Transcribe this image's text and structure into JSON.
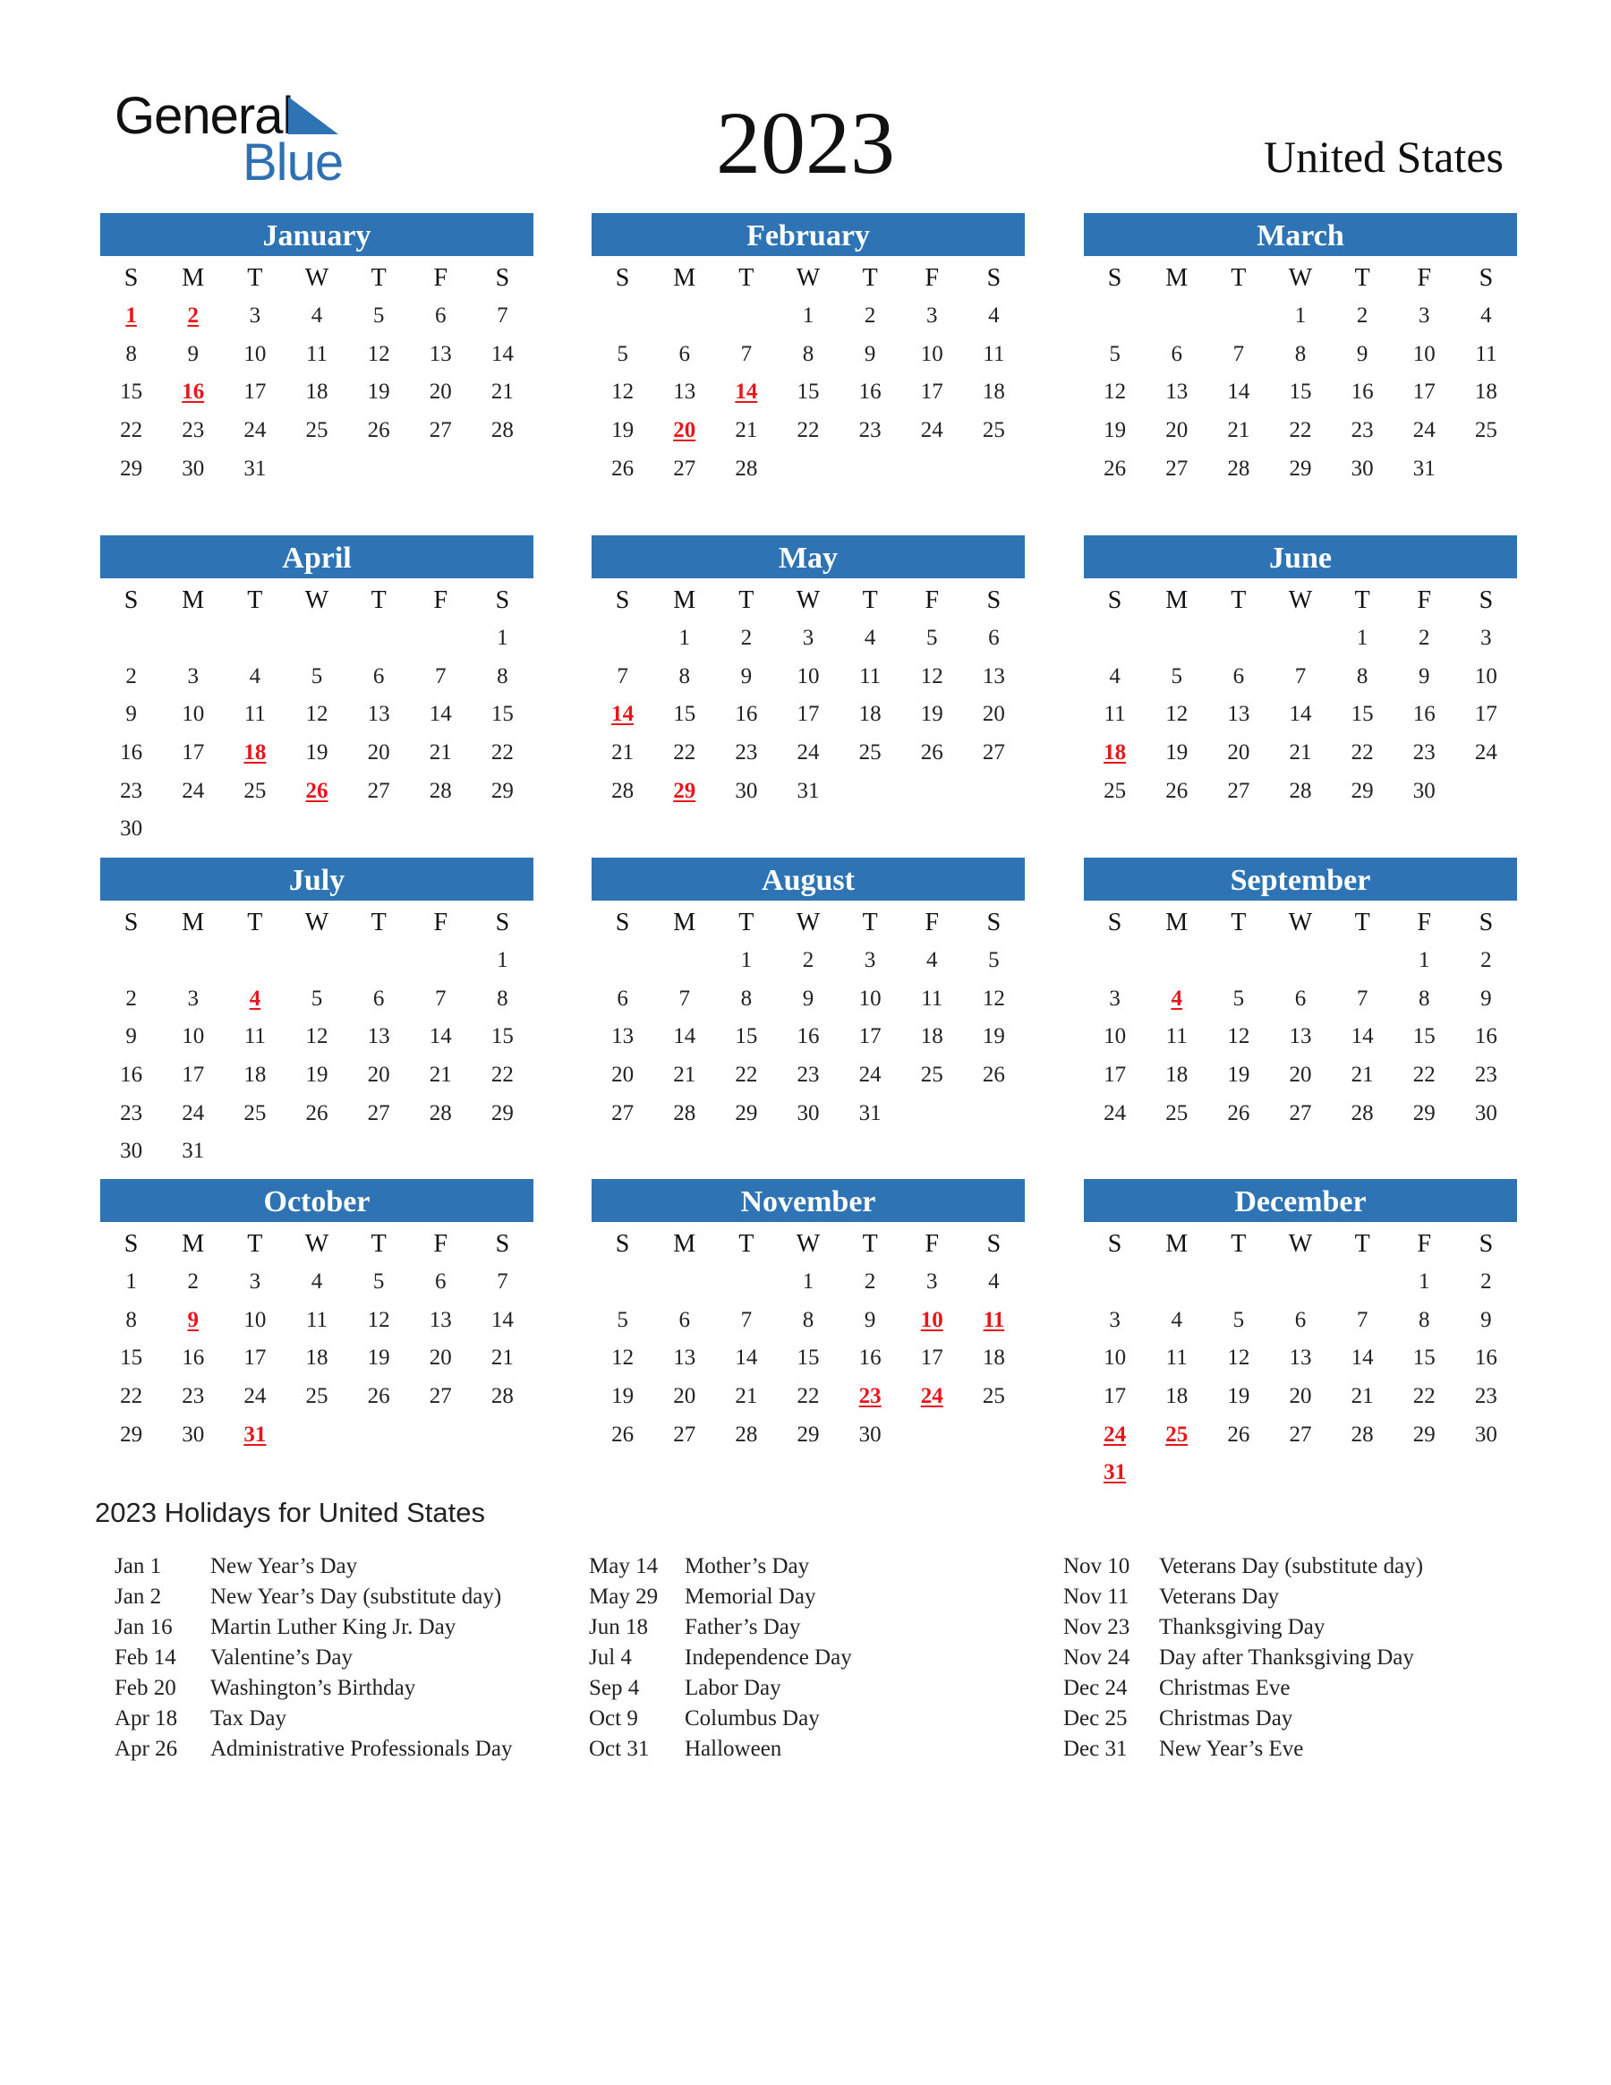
{
  "brand": {
    "word1": "General",
    "word2": "Blue",
    "accent": "#2e74b5"
  },
  "title": {
    "year": "2023",
    "country": "United States"
  },
  "weekdays": [
    "S",
    "M",
    "T",
    "W",
    "T",
    "F",
    "S"
  ],
  "colors": {
    "header": "#2e74b5",
    "holiday": "#e8161b"
  },
  "months": [
    {
      "name": "January",
      "offset": 0,
      "days": 31,
      "holidays": [
        1,
        2,
        16
      ]
    },
    {
      "name": "February",
      "offset": 3,
      "days": 28,
      "holidays": [
        14,
        20
      ]
    },
    {
      "name": "March",
      "offset": 3,
      "days": 31,
      "holidays": []
    },
    {
      "name": "April",
      "offset": 6,
      "days": 30,
      "holidays": [
        18,
        26
      ]
    },
    {
      "name": "May",
      "offset": 1,
      "days": 31,
      "holidays": [
        14,
        29
      ]
    },
    {
      "name": "June",
      "offset": 4,
      "days": 30,
      "holidays": [
        18
      ]
    },
    {
      "name": "July",
      "offset": 6,
      "days": 31,
      "holidays": [
        4
      ]
    },
    {
      "name": "August",
      "offset": 2,
      "days": 31,
      "holidays": []
    },
    {
      "name": "September",
      "offset": 5,
      "days": 30,
      "holidays": [
        4
      ]
    },
    {
      "name": "October",
      "offset": 0,
      "days": 31,
      "holidays": [
        9,
        31
      ]
    },
    {
      "name": "November",
      "offset": 3,
      "days": 30,
      "holidays": [
        10,
        11,
        23,
        24
      ]
    },
    {
      "name": "December",
      "offset": 5,
      "days": 31,
      "holidays": [
        24,
        25,
        31
      ]
    }
  ],
  "holidays_title": "2023 Holidays for United States",
  "holidays": [
    [
      {
        "date": "Jan 1",
        "name": "New Year’s Day"
      },
      {
        "date": "Jan 2",
        "name": "New Year’s Day (substitute day)"
      },
      {
        "date": "Jan 16",
        "name": "Martin Luther King Jr. Day"
      },
      {
        "date": "Feb 14",
        "name": "Valentine’s Day"
      },
      {
        "date": "Feb 20",
        "name": "Washington’s Birthday"
      },
      {
        "date": "Apr 18",
        "name": "Tax Day"
      },
      {
        "date": "Apr 26",
        "name": "Administrative Professionals Day"
      }
    ],
    [
      {
        "date": "May 14",
        "name": "Mother’s Day"
      },
      {
        "date": "May 29",
        "name": "Memorial Day"
      },
      {
        "date": "Jun 18",
        "name": "Father’s Day"
      },
      {
        "date": "Jul 4",
        "name": "Independence Day"
      },
      {
        "date": "Sep 4",
        "name": "Labor Day"
      },
      {
        "date": "Oct 9",
        "name": "Columbus Day"
      },
      {
        "date": "Oct 31",
        "name": "Halloween"
      }
    ],
    [
      {
        "date": "Nov 10",
        "name": "Veterans Day (substitute day)"
      },
      {
        "date": "Nov 11",
        "name": "Veterans Day"
      },
      {
        "date": "Nov 23",
        "name": "Thanksgiving Day"
      },
      {
        "date": "Nov 24",
        "name": "Day after Thanksgiving Day"
      },
      {
        "date": "Dec 24",
        "name": "Christmas Eve"
      },
      {
        "date": "Dec 25",
        "name": "Christmas Day"
      },
      {
        "date": "Dec 31",
        "name": "New Year’s Eve"
      }
    ]
  ]
}
